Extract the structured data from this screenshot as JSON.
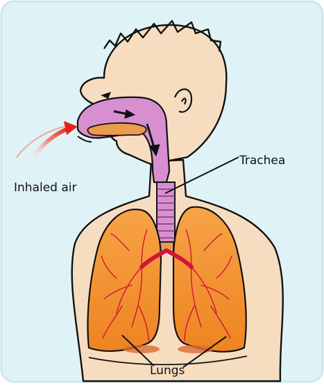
{
  "labels": {
    "trachea": "Trachea",
    "inhaled_air": "Inhaled air",
    "lungs": "Lungs"
  },
  "colors": {
    "background": "#dff3f6",
    "skin": "#f7ddc0",
    "airway": "#d88fd0",
    "tongue": "#ec9a4e",
    "lung": "#f28c28",
    "vessels": "#d2143c",
    "arrow": "#e2231a",
    "outline": "#111111"
  }
}
